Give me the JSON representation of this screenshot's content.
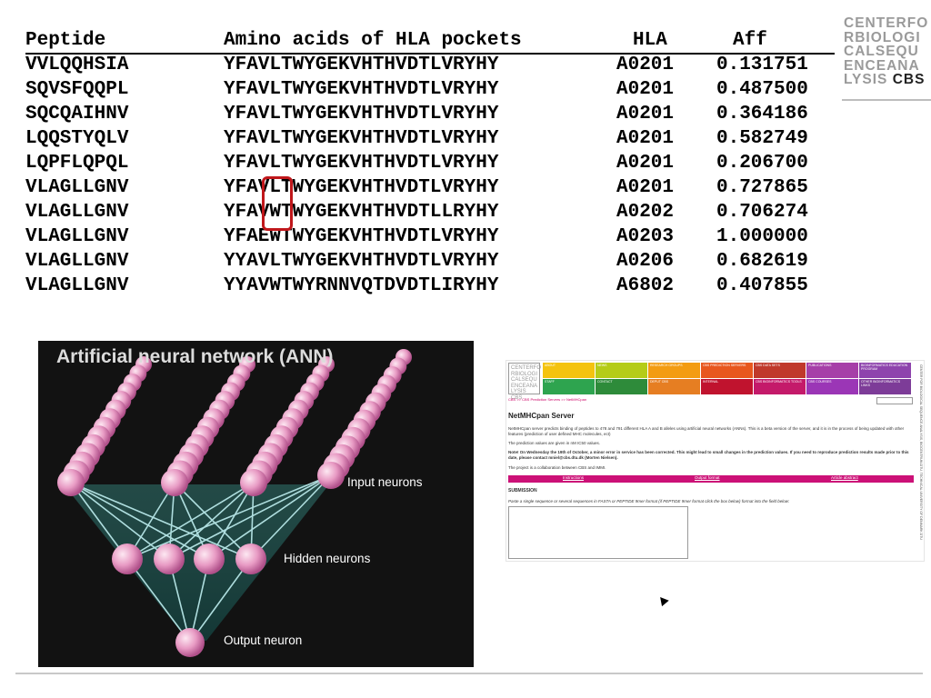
{
  "table": {
    "headers": [
      "Peptide",
      "Amino acids of HLA pockets",
      "HLA",
      "Aff"
    ],
    "rows": [
      {
        "peptide": "VVLQQHSIA",
        "pockets": "YFAVLTWYGEKVHTHVDTLVRYHY",
        "hla": "A0201",
        "aff": "0.131751"
      },
      {
        "peptide": "SQVSFQQPL",
        "pockets": "YFAVLTWYGEKVHTHVDTLVRYHY",
        "hla": "A0201",
        "aff": "0.487500"
      },
      {
        "peptide": "SQCQAIHNV",
        "pockets": "YFAVLTWYGEKVHTHVDTLVRYHY",
        "hla": "A0201",
        "aff": "0.364186"
      },
      {
        "peptide": "LQQSTYQLV",
        "pockets": "YFAVLTWYGEKVHTHVDTLVRYHY",
        "hla": "A0201",
        "aff": "0.582749"
      },
      {
        "peptide": "LQPFLQPQL",
        "pockets": "YFAVLTWYGEKVHTHVDTLVRYHY",
        "hla": "A0201",
        "aff": "0.206700"
      },
      {
        "peptide": "VLAGLLGNV",
        "pockets": "YFAVLTWYGEKVHTHVDTLVRYHY",
        "hla": "A0201",
        "aff": "0.727865"
      },
      {
        "peptide": "VLAGLLGNV",
        "pockets": "YFAVWTWYGEKVHTHVDTLLRYHY",
        "hla": "A0202",
        "aff": "0.706274"
      },
      {
        "peptide": "VLAGLLGNV",
        "pockets": "YFAEWTWYGEKVHTHVDTLVRYHY",
        "hla": "A0203",
        "aff": "1.000000"
      },
      {
        "peptide": "VLAGLLGNV",
        "pockets": "YYAVLTWYGEKVHTHVDTLVRYHY",
        "hla": "A0206",
        "aff": "0.682619"
      },
      {
        "peptide": "VLAGLLGNV",
        "pockets": "YYAVWTWYRNNVQTDVDTLIRYHY",
        "hla": "A6802",
        "aff": "0.407855"
      }
    ],
    "highlight_color": "#c0171b"
  },
  "logo": {
    "lines": [
      "CENTERFO",
      "RBIOLOGI",
      "CALSEQU",
      "ENCEANA",
      "LYSIS"
    ],
    "strong": "CBS"
  },
  "ann": {
    "title": "Artificial neural network (ANN)",
    "input_label": "Input neurons",
    "hidden_label": "Hidden neurons",
    "output_label": "Output neuron"
  },
  "web": {
    "logo_lines": [
      "CENTERFO",
      "RBIOLOGI",
      "CALSEQU",
      "ENCEANA",
      "LYSIS CBS"
    ],
    "nav": [
      {
        "label": "ABOUT",
        "color": "#f4c30f"
      },
      {
        "label": "NEWS",
        "color": "#b5cc18"
      },
      {
        "label": "RESEARCH GROUPS",
        "color": "#f39c12"
      },
      {
        "label": "CBS PREDICTION SERVERS",
        "color": "#e8571e"
      },
      {
        "label": "CBS DATA SETS",
        "color": "#c0392b"
      },
      {
        "label": "PUBLICATIONS",
        "color": "#a63fa8"
      },
      {
        "label": "BIOINFORMATICS EDUCATION PROGRAM",
        "color": "#8e44ad"
      },
      {
        "label": "STAFF",
        "color": "#2ea44f"
      },
      {
        "label": "CONTACT",
        "color": "#2e8b3a"
      },
      {
        "label": "DEPUT CBS",
        "color": "#e67e22"
      },
      {
        "label": "INTERNAL",
        "color": "#c0132e"
      },
      {
        "label": "CBS BIOINFORMATICS TOOLS",
        "color": "#c41a6a"
      },
      {
        "label": "CBS COURSES",
        "color": "#9b36b6"
      },
      {
        "label": "OTHER BIOINFORMATICS LINKS",
        "color": "#7d3c98"
      }
    ],
    "breadcrumb": "CBS >> CBS Prediction Servers >> NetMHCpan",
    "heading": "NetMHCpan Server",
    "para1": "NetMHCpan server predicts binding of peptides to 478 and 791 different HLA A and B alleles using artificial neural networks (ANNs). This is a beta version of the server, and it is in the process of being updated with other features (prediction of user defined MHC molecules, ect)",
    "para2": "The prediction values are given in nM IC50 values.",
    "para3": "Note! On Wednesday the 19th of October, a minor error in service has been corrected. This might lead to small changes in the prediction values. If you need to reproduce prediction results made prior to this date, please contact mniel@cbs.dtu.dk (Morten Nielsen).",
    "para4": "The project is a collaboration between CBS and IMMI.",
    "links": [
      "Instructions",
      "Output format",
      "Article abstract"
    ],
    "submission": "SUBMISSION",
    "instruction": "Paste a single sequence or several sequences in FASTA or PEPTIDE 9mer format (if PEPTIDE 9mer format click the box below) format into the field below:",
    "side_text": "CENTER FOR BIOLOGICAL SEQUENCE ANALYSIS, BIOCENTRUM-DTU, TECHNICAL UNIVERSITY OF DENMARK DTU"
  }
}
